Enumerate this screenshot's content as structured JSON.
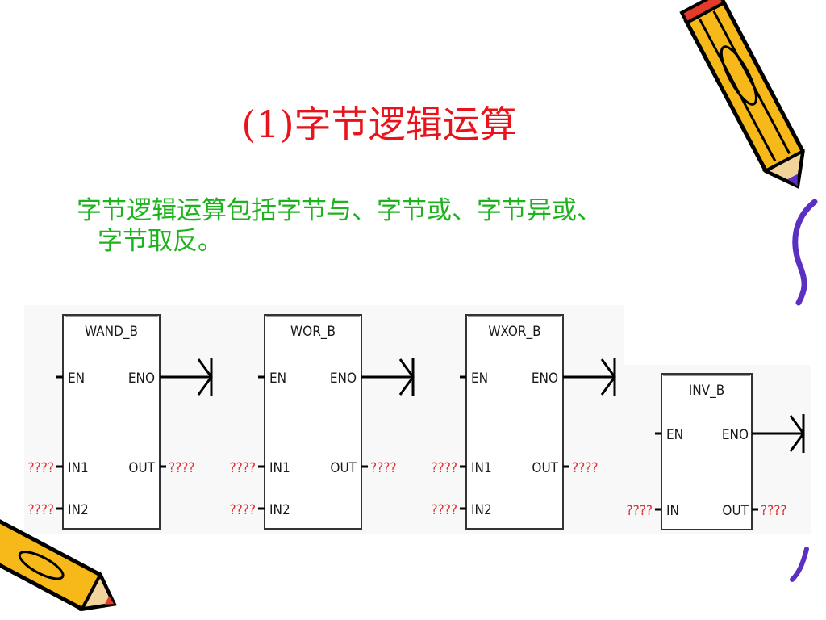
{
  "title": "(1)字节逻辑运算",
  "description": {
    "line1": "字节逻辑运算包括字节与、字节或、字节异或、",
    "line2": "字节取反。"
  },
  "blocks": [
    {
      "name": "WAND_B",
      "en": "EN",
      "eno": "ENO",
      "in1": "IN1",
      "in2": "IN2",
      "out": "OUT",
      "in1_val": "????",
      "in2_val": "????",
      "out_val": "????"
    },
    {
      "name": "WOR_B",
      "en": "EN",
      "eno": "ENO",
      "in1": "IN1",
      "in2": "IN2",
      "out": "OUT",
      "in1_val": "????",
      "in2_val": "????",
      "out_val": "????"
    },
    {
      "name": "WXOR_B",
      "en": "EN",
      "eno": "ENO",
      "in1": "IN1",
      "in2": "IN2",
      "out": "OUT",
      "in1_val": "????",
      "in2_val": "????",
      "out_val": "????"
    },
    {
      "name": "INV_B",
      "en": "EN",
      "eno": "ENO",
      "in": "IN",
      "out": "OUT",
      "in_val": "????",
      "out_val": "????"
    }
  ],
  "colors": {
    "title": "#e8131b",
    "description": "#1cb31c",
    "placeholder": "#e03030"
  },
  "decorations": [
    "pencil-icon",
    "pencil-icon"
  ]
}
